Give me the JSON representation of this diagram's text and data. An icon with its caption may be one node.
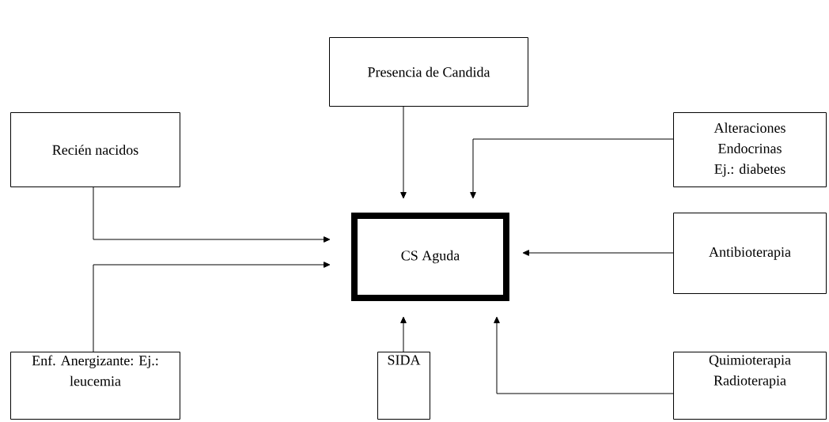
{
  "diagram": {
    "nodes": [
      {
        "text": [
          "Presencia de Candida"
        ]
      },
      {
        "text": [
          "Recién nacidos"
        ]
      },
      {
        "text": [
          "Alteraciones Endocrinas Ej.: diabetes"
        ]
      },
      {
        "text": [
          "CS Aguda"
        ]
      },
      {
        "text": [
          "Antibioterapia"
        ]
      },
      {
        "text": [
          "Enf. Anergizante: Ej.: leucemia"
        ]
      },
      {
        "text": [
          "SIDA"
        ]
      },
      {
        "text": [
          "Quimioterapia Radioterapia"
        ]
      }
    ],
    "edges": [
      {
        "from": 0,
        "to": 3,
        "arrow": "to"
      },
      {
        "from": 2,
        "to": 3,
        "arrow": "to"
      },
      {
        "from": 1,
        "to": 3,
        "arrow": "to"
      },
      {
        "from": 5,
        "to": 3,
        "arrow": "to"
      },
      {
        "from": 4,
        "to": 3,
        "arrow": "to"
      },
      {
        "from": 6,
        "to": 3,
        "arrow": "to"
      },
      {
        "from": 7,
        "to": 3,
        "arrow": "to"
      }
    ]
  }
}
